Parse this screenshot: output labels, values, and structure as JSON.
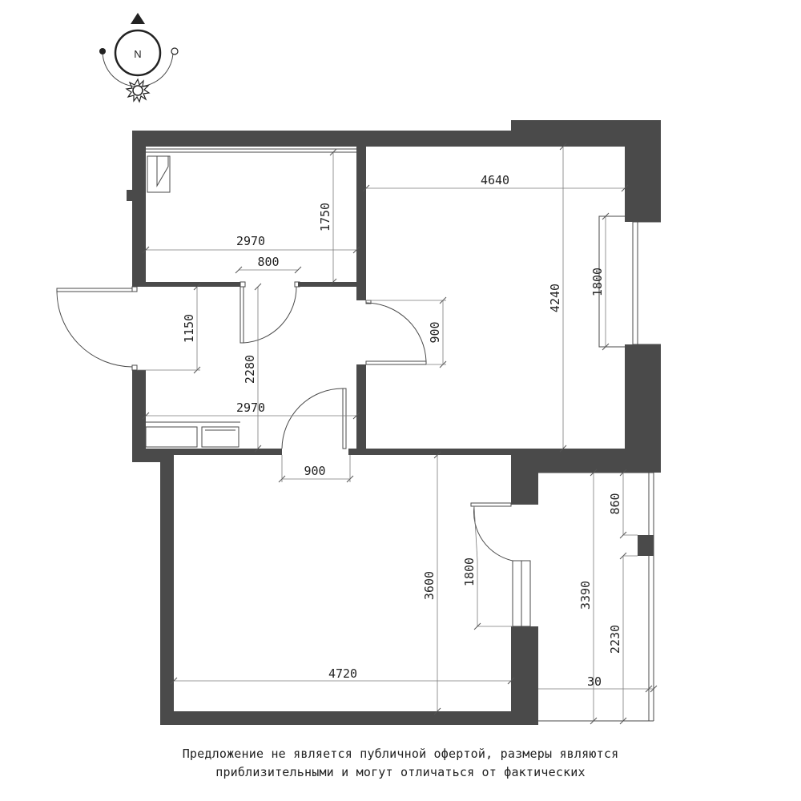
{
  "compass": {
    "label": "N"
  },
  "dimensions": {
    "d4640": "4640",
    "d4240": "4240",
    "d1800_window": "1800",
    "d2970_top": "2970",
    "d1750": "1750",
    "d800": "800",
    "d1150": "1150",
    "d900_right": "900",
    "d2280": "2280",
    "d2970_mid": "2970",
    "d900_bottom": "900",
    "d3600": "3600",
    "d1800_door": "1800",
    "d4720": "4720",
    "d860": "860",
    "d3390": "3390",
    "d2230": "2230",
    "d30": "30"
  },
  "disclaimer": {
    "line1": "Предложение не является публичной офертой, размеры являются",
    "line2": "приблизительными и могут отличаться от фактических"
  }
}
